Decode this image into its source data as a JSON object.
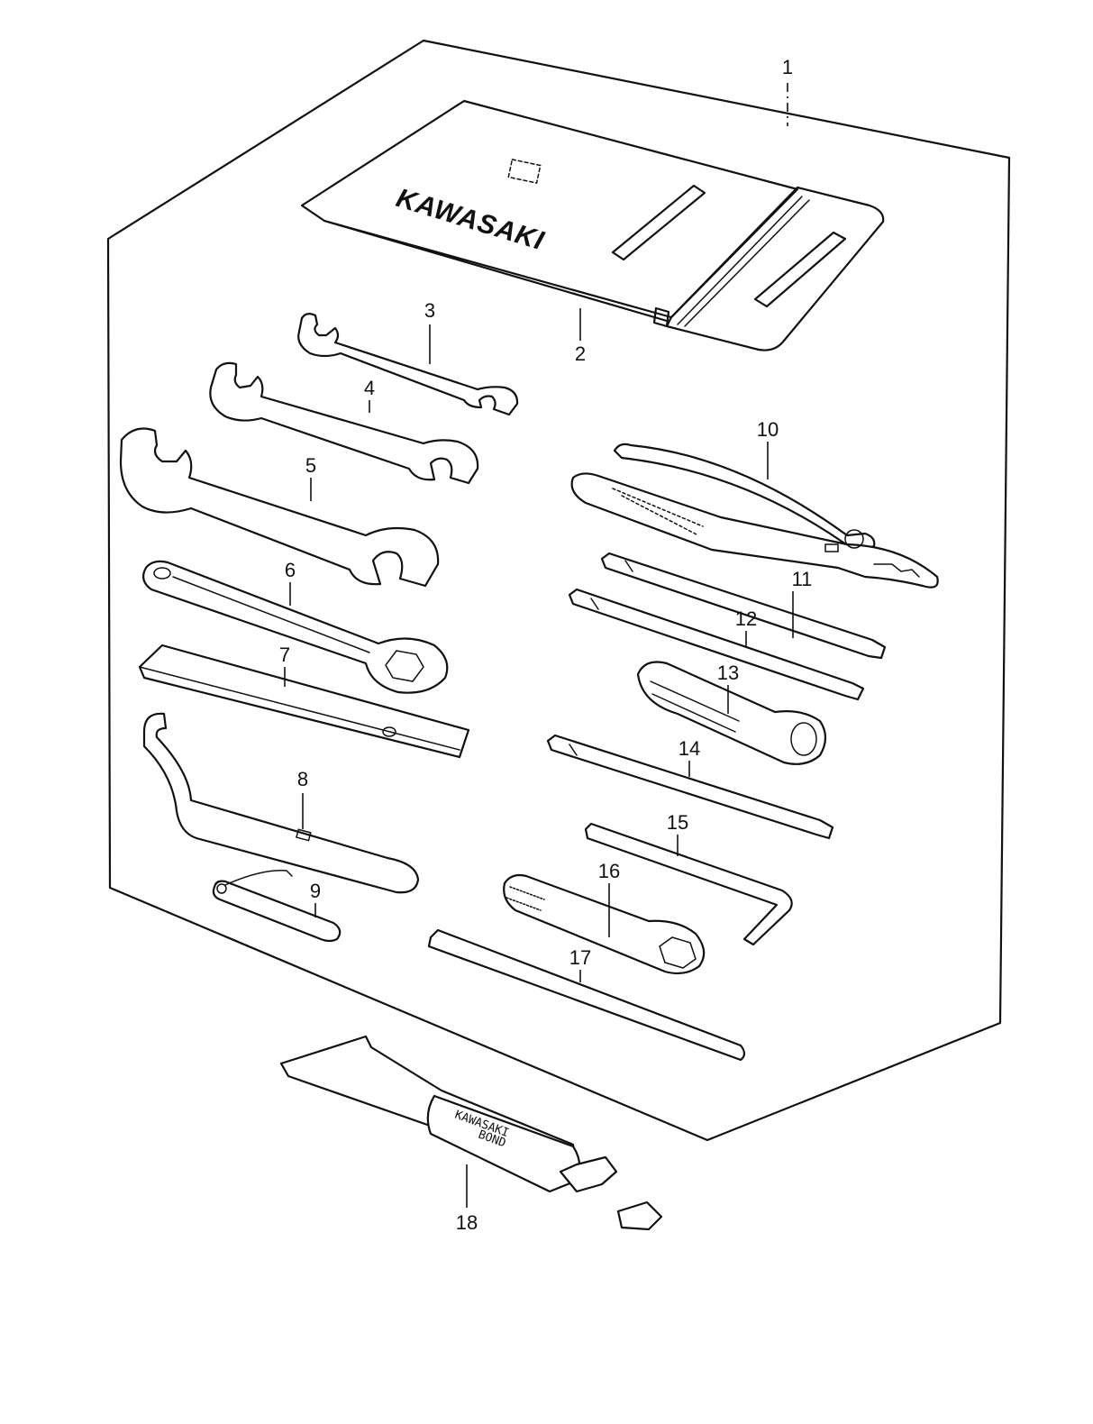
{
  "callouts": [
    {
      "id": "1",
      "label": "1"
    },
    {
      "id": "2",
      "label": "2"
    },
    {
      "id": "3",
      "label": "3"
    },
    {
      "id": "4",
      "label": "4"
    },
    {
      "id": "5",
      "label": "5"
    },
    {
      "id": "6",
      "label": "6"
    },
    {
      "id": "7",
      "label": "7"
    },
    {
      "id": "8",
      "label": "8"
    },
    {
      "id": "9",
      "label": "9"
    },
    {
      "id": "10",
      "label": "10"
    },
    {
      "id": "11",
      "label": "11"
    },
    {
      "id": "12",
      "label": "12"
    },
    {
      "id": "13",
      "label": "13"
    },
    {
      "id": "14",
      "label": "14"
    },
    {
      "id": "15",
      "label": "15"
    },
    {
      "id": "16",
      "label": "16"
    },
    {
      "id": "17",
      "label": "17"
    },
    {
      "id": "18",
      "label": "18"
    }
  ],
  "bag": {
    "logo_text": "KAWASAKI"
  },
  "tube": {
    "label_line1": "KAWASAKI",
    "label_line2": "BOND"
  }
}
